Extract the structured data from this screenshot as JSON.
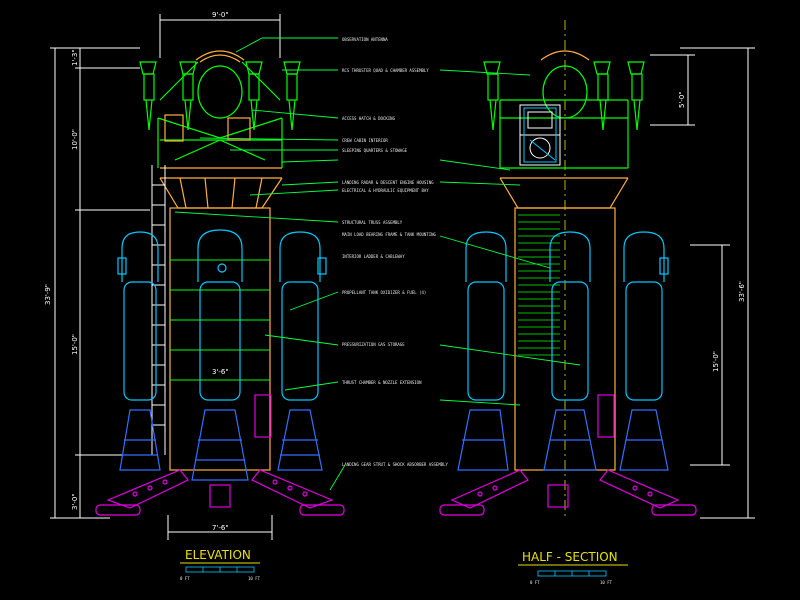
{
  "colors": {
    "background": "#000000",
    "dimension": "#ffffff",
    "leader": "#00ff40",
    "cyan": "#00c8ff",
    "green": "#00ff00",
    "magenta": "#e000e0",
    "orange": "#ffb040",
    "yellow": "#e8e000",
    "red": "#ff3030",
    "blue": "#3070ff"
  },
  "titles": {
    "elevation": "ELEVATION",
    "half_section": "HALF - SECTION"
  },
  "dimensions": {
    "top_width": "9'-0\"",
    "height_1": "1'-3\"",
    "height_2": "10'-0\"",
    "overall_left": "33'-9\"",
    "height_3": "15'-0\"",
    "height_4": "3'-0\"",
    "bottom_width": "7'-6\"",
    "tank_dia": "3'-6\"",
    "right_top": "5'-0\"",
    "overall_right": "33'-6\"",
    "right_mid": "15'-0\""
  },
  "annotations": [
    "OBSERVATION ANTENNA",
    "RCS THRUSTER QUAD & CHAMBER ASSEMBLY",
    "ACCESS HATCH & DOCKING",
    "CREW CABIN INTERIOR",
    "SLEEPING QUARTERS & STOWAGE",
    "LANDING RADAR & DESCENT ENGINE HOUSING",
    "ELECTRICAL & HYDRAULIC EQUIPMENT BAY",
    "STRUCTURAL TRUSS ASSEMBLY",
    "MAIN LOAD BEARING FRAME & TANK MOUNTING",
    "INTERIOR LADDER & CABLEWAY",
    "PROPELLANT TANK OXIDIZER & FUEL (4)",
    "PRESSURIZATION GAS STORAGE",
    "THRUST CHAMBER & NOZZLE EXTENSION",
    "LANDING GEAR STRUT & SHOCK ABSORBER ASSEMBLY"
  ],
  "scale": {
    "left_start": "0 FT",
    "left_end": "10 FT",
    "right_start": "0 FT",
    "right_end": "10 FT"
  }
}
